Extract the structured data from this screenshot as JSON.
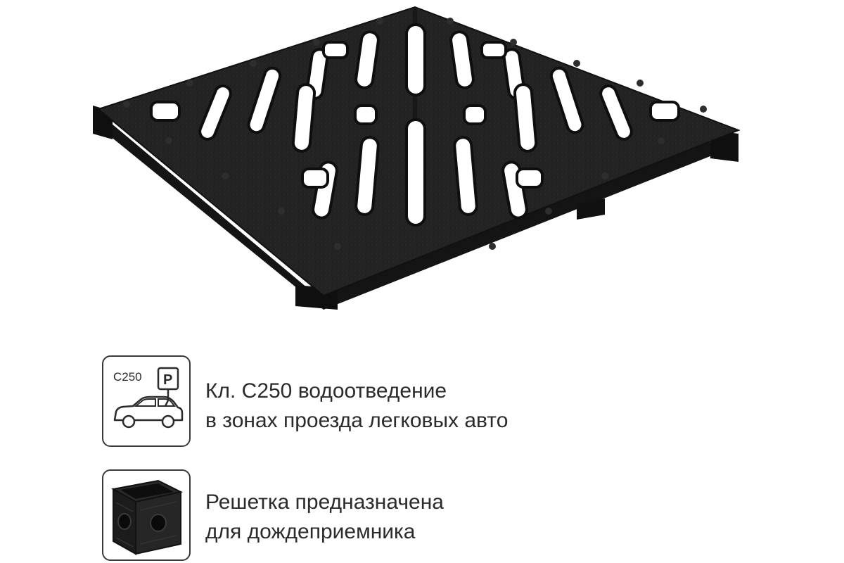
{
  "product": {
    "image_icon": "cast-iron-grate-image"
  },
  "features": [
    {
      "icon": "car-parking-icon",
      "badge": "C250",
      "parking_sign": "P",
      "lines": [
        "Кл. С250 водоотведение",
        "в зонах проезда легковых авто"
      ]
    },
    {
      "icon": "drain-box-icon",
      "lines": [
        "Решетка предназначена",
        "для дождеприемника"
      ]
    }
  ],
  "colors": {
    "grate": "#1f1f1f",
    "text": "#2b2b2b",
    "tile_border": "#3a3a3a"
  }
}
